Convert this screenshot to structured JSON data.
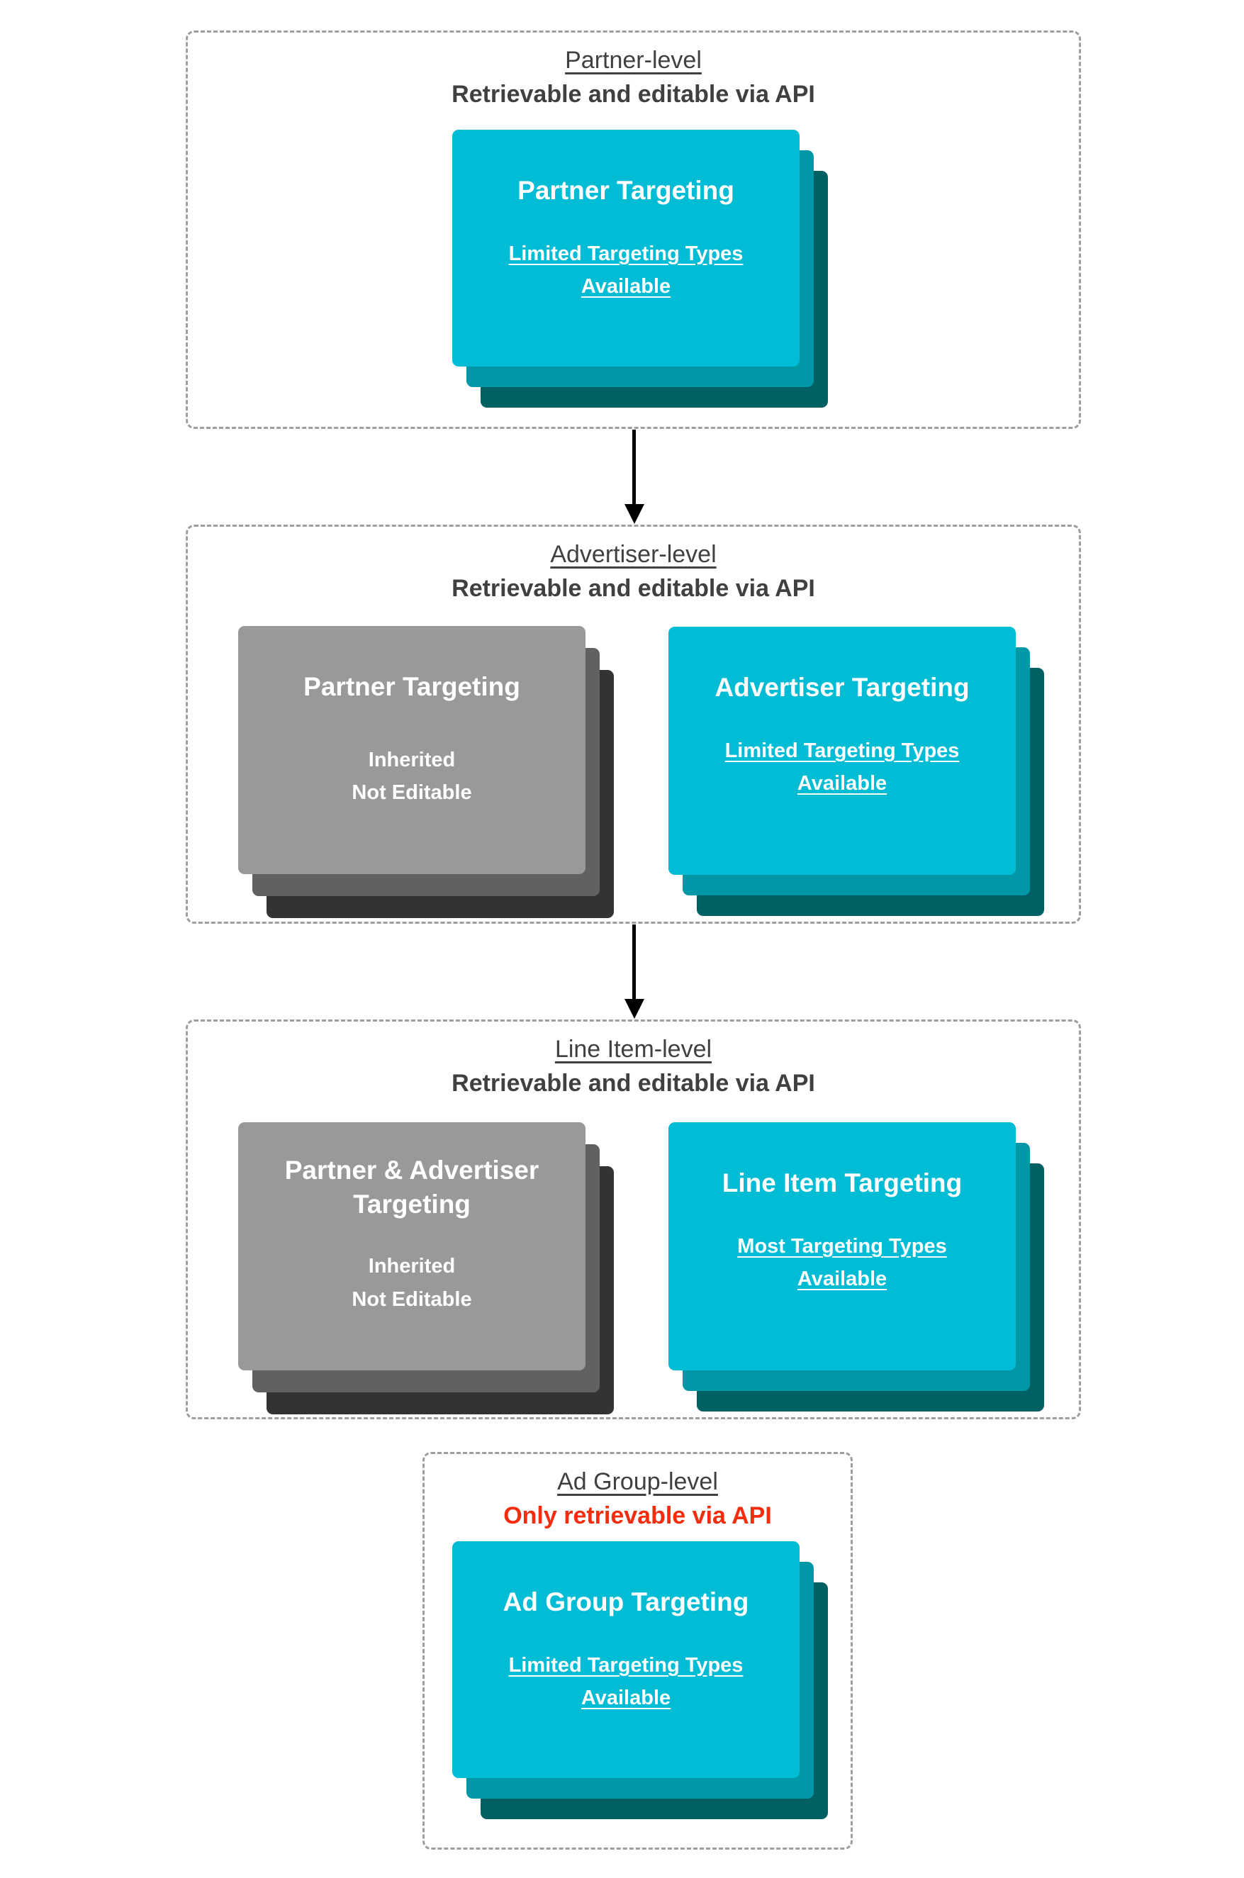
{
  "colors": {
    "teal_card_front": "#00bcd4",
    "teal_card_middle": "#0097a7",
    "teal_card_back": "#006064",
    "gray_card_front": "#999999",
    "gray_card_middle": "#616161",
    "gray_card_back": "#333333",
    "heading_text": "#404040",
    "red_text": "#f42d0e",
    "dashed_border": "#9e9e9e",
    "arrow": "#000000"
  },
  "sections": [
    {
      "title": "Partner-level",
      "subtitle": "Retrievable and editable via API",
      "cards": [
        {
          "title": "Partner Targeting",
          "body": "Limited Targeting Types Available"
        }
      ]
    },
    {
      "title": "Advertiser-level",
      "subtitle": "Retrievable and editable via API",
      "cards": [
        {
          "title": "Partner Targeting",
          "body_lines": [
            "Inherited",
            "Not Editable"
          ]
        },
        {
          "title": "Advertiser Targeting",
          "body": "Limited Targeting Types Available"
        }
      ]
    },
    {
      "title": "Line Item-level",
      "subtitle": "Retrievable and editable via API",
      "cards": [
        {
          "title": "Partner & Advertiser Targeting",
          "body_lines": [
            "Inherited",
            "Not Editable"
          ]
        },
        {
          "title": "Line Item Targeting",
          "body": "Most Targeting Types Available"
        }
      ]
    },
    {
      "title": "Ad Group-level",
      "subtitle": "Only retrievable via API",
      "cards": [
        {
          "title": "Ad Group Targeting",
          "body": "Limited Targeting Types Available"
        }
      ]
    }
  ]
}
